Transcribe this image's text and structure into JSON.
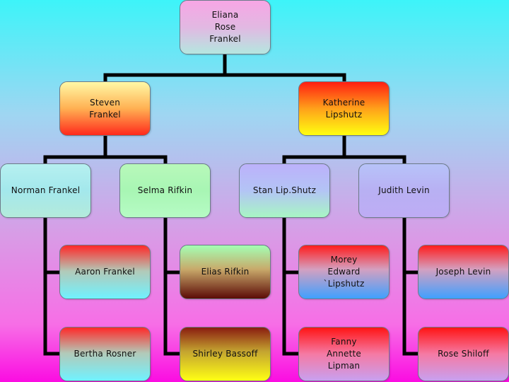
{
  "org_chart": {
    "root": {
      "name": "Eliana\nRose\nFrankel"
    },
    "level1": {
      "left": {
        "name": "Steven\nFrankel"
      },
      "right": {
        "name": "Katherine\nLipshutz"
      }
    },
    "level2": {
      "norman": {
        "name": "Norman Frankel"
      },
      "selma": {
        "name": "Selma Rifkin"
      },
      "stan": {
        "name": "Stan Lip.Shutz"
      },
      "judith": {
        "name": "Judith Levin"
      }
    },
    "level3": {
      "aaron": {
        "name": "Aaron Frankel"
      },
      "bertha": {
        "name": "Bertha Rosner"
      },
      "elias": {
        "name": "Elias Rifkin"
      },
      "shirley": {
        "name": "Shirley Bassoff"
      },
      "morey": {
        "name": "Morey\nEdward\n`Lipshutz"
      },
      "fanny": {
        "name": "Fanny\nAnnette\nLipman"
      },
      "joseph": {
        "name": "Joseph Levin"
      },
      "rose": {
        "name": "Rose Shiloff"
      }
    }
  }
}
